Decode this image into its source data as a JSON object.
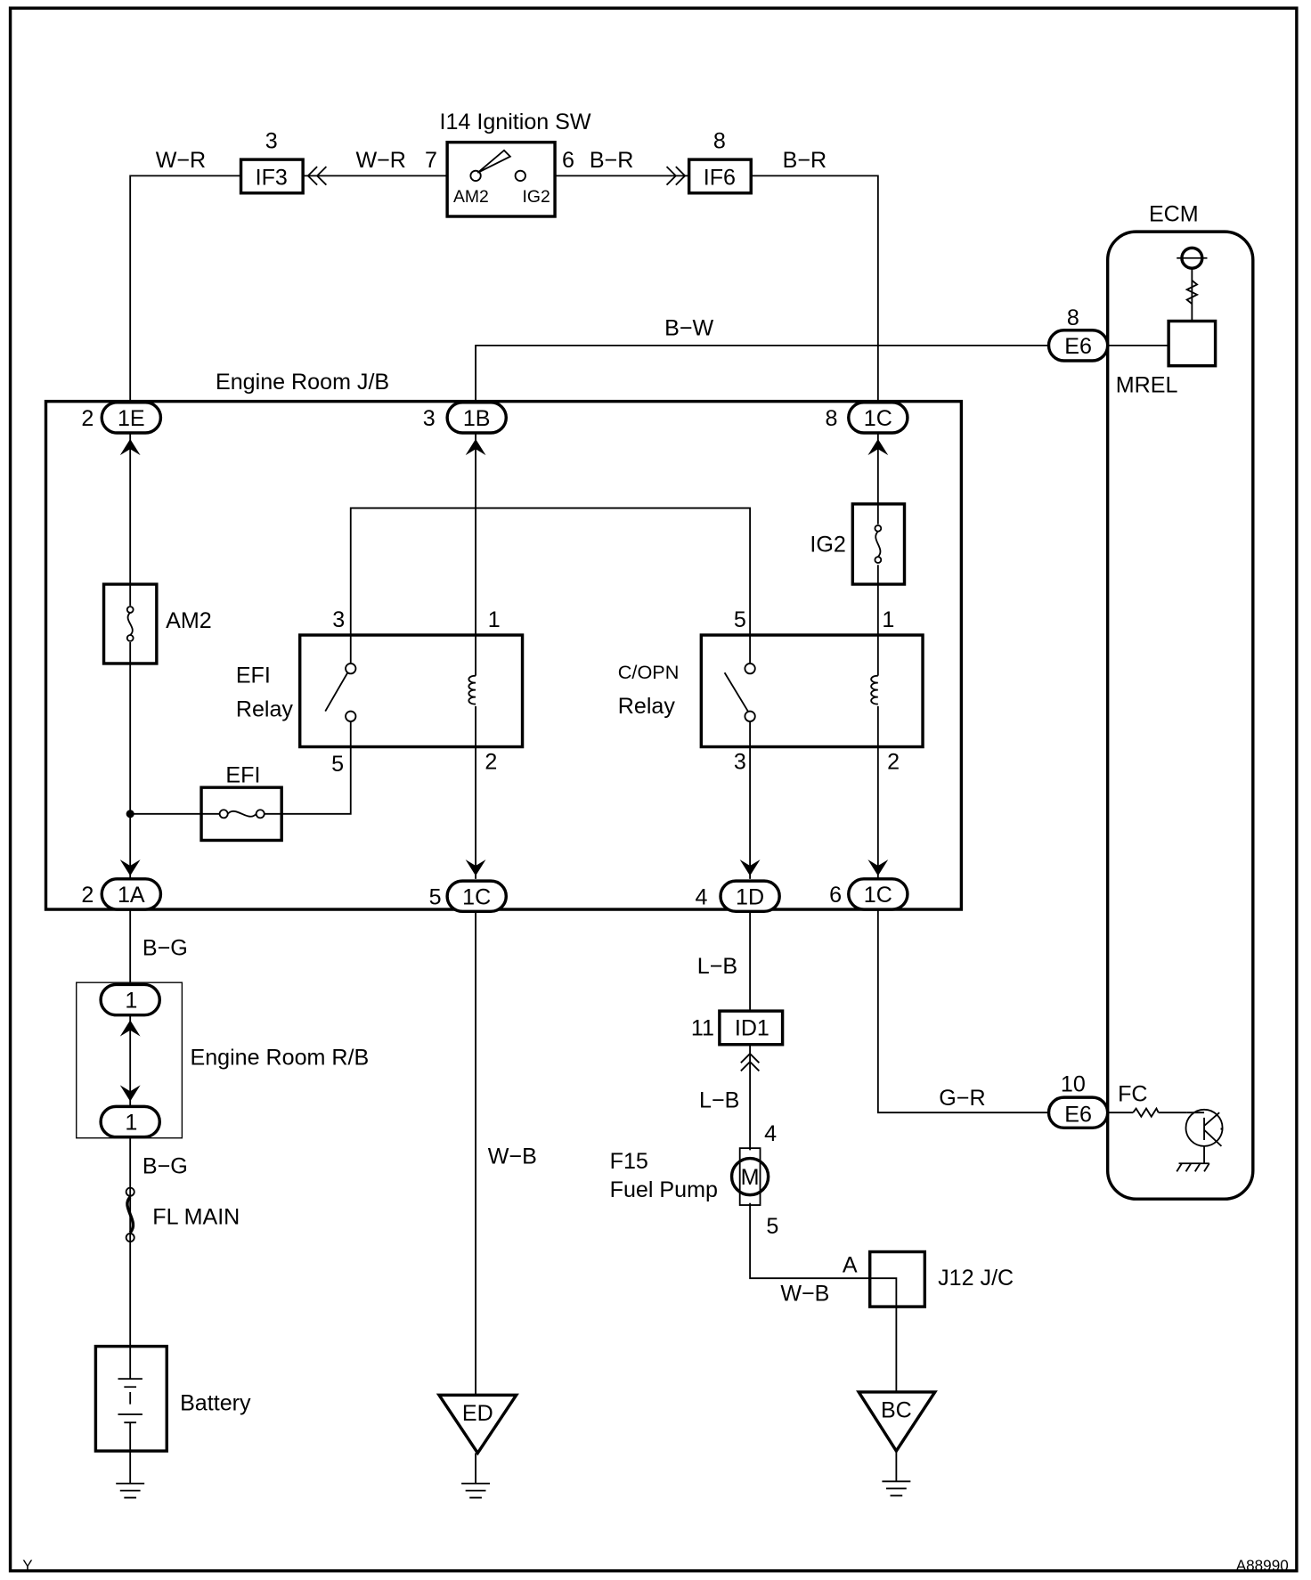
{
  "diagram": {
    "ignition_switch": {
      "title": "I14 Ignition SW",
      "pin_left": "7",
      "pin_right": "6",
      "term_left": "AM2",
      "term_right": "IG2"
    },
    "top_wires": {
      "left_a": "W−R",
      "left_b": "W−R",
      "right_a": "B−R",
      "right_b": "B−R"
    },
    "if3": {
      "label": "IF3",
      "pin": "3"
    },
    "if6": {
      "label": "IF6",
      "pin": "8"
    },
    "bw_wire": "B−W",
    "ecm": {
      "title": "ECM",
      "mrel": "MREL",
      "fc": "FC",
      "e6_top": {
        "label": "E6",
        "pin": "8"
      },
      "e6_bottom": {
        "label": "E6",
        "pin": "10"
      }
    },
    "jb": {
      "title": "Engine Room J/B",
      "top_connectors": [
        {
          "label": "1E",
          "pin": "2"
        },
        {
          "label": "1B",
          "pin": "3"
        },
        {
          "label": "1C",
          "pin": "8"
        }
      ],
      "bottom_connectors": [
        {
          "label": "1A",
          "pin": "2"
        },
        {
          "label": "1C",
          "pin": "5"
        },
        {
          "label": "1D",
          "pin": "4"
        },
        {
          "label": "1C",
          "pin": "6"
        }
      ],
      "am2_fuse": "AM2",
      "ig2_fuse": "IG2",
      "efi_fuse": "EFI",
      "efi_relay": {
        "line1": "EFI",
        "line2": "Relay",
        "pins": [
          "3",
          "1",
          "5",
          "2"
        ]
      },
      "copn_relay": {
        "line1": "C/OPN",
        "line2": "Relay",
        "pins": [
          "5",
          "1",
          "3",
          "2"
        ]
      }
    },
    "lower": {
      "bg_top": "B−G",
      "rb_title": "Engine Room R/B",
      "rb_pins": [
        "1",
        "1"
      ],
      "bg_bottom": "B−G",
      "fl_main": "FL MAIN",
      "battery": "Battery",
      "wb_left": "W−B",
      "ground_ed": "ED",
      "lb_top": "L−B",
      "id1": {
        "label": "ID1",
        "pin": "11"
      },
      "lb_bottom": "L−B",
      "pump_pin_top": "4",
      "pump_title1": "F15",
      "pump_title2": "Fuel Pump",
      "pump_motor": "M",
      "pump_pin_bottom": "5",
      "jc_pin": "A",
      "wb_right": "W−B",
      "jc": "J12 J/C",
      "ground_bc": "BC",
      "gr_wire": "G−R"
    },
    "footer": {
      "left": "Y",
      "right": "A88990"
    }
  }
}
